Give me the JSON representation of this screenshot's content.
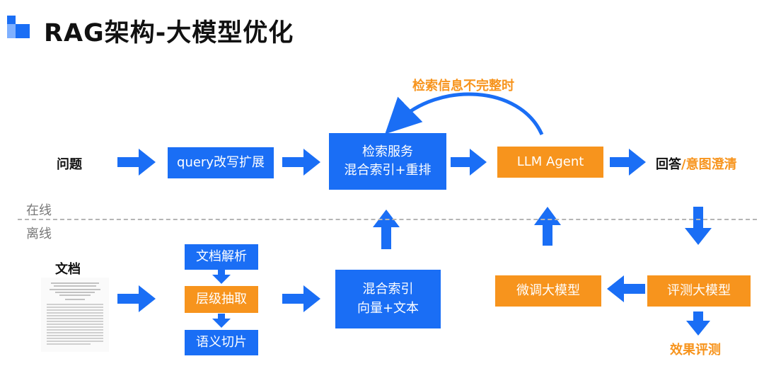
{
  "title": "RAG架构-大模型优化",
  "colors": {
    "blue": "#1a6ef5",
    "orange": "#f7941d",
    "dark": "#111111",
    "gray": "#777777"
  },
  "online": {
    "input": "问题",
    "query_box": "query改写扩展",
    "retrieval_line1": "检索服务",
    "retrieval_line2": "混合索引+重排",
    "llm": "LLM Agent",
    "feedback_label": "检索信息不完整时",
    "output_main": "回答",
    "output_alt": "/意图澄清"
  },
  "divider": {
    "online": "在线",
    "offline": "离线"
  },
  "offline": {
    "input": "文档",
    "parse": "文档解析",
    "extract": "层级抽取",
    "chunk": "语义切片",
    "index_line1": "混合索引",
    "index_line2": "向量+文本",
    "finetune": "微调大模型",
    "evaluate": "评测大模型",
    "effect": "效果评测"
  }
}
